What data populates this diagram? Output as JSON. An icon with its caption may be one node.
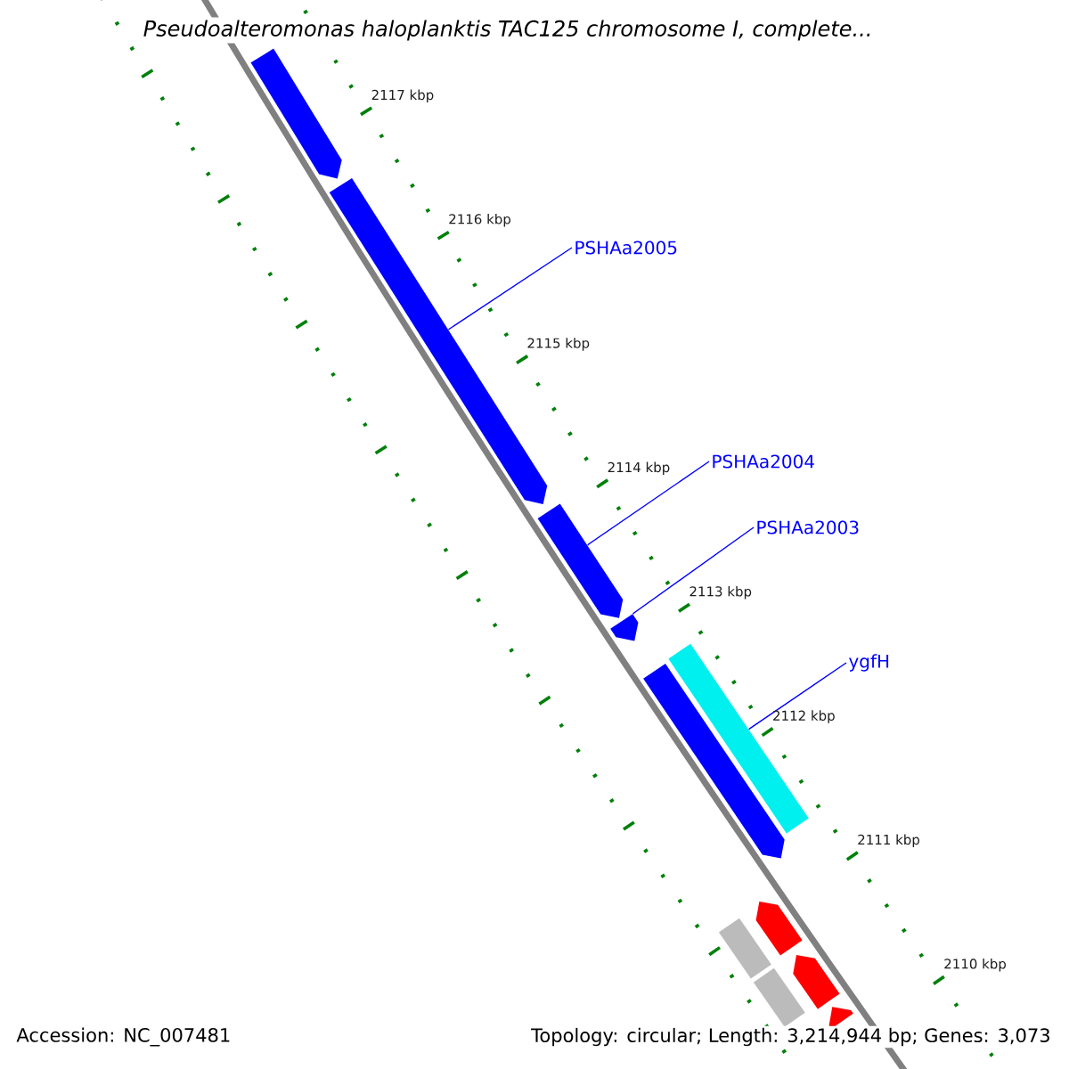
{
  "diagram": {
    "title": "Pseudoalteromonas haloplanktis TAC125 chromosome I, complete...",
    "nodes": [
      {
        "text": [
          "PSHAa2005"
        ]
      },
      {
        "text": [
          "PSHAa2004"
        ]
      },
      {
        "text": [
          "PSHAa2003"
        ]
      },
      {
        "text": [
          "ygfH"
        ]
      },
      {
        "text": [],
        "shape": "arrow"
      },
      {
        "text": [],
        "shape": "arrow"
      },
      {
        "text": [],
        "shape": "arrow"
      },
      {
        "text": [],
        "shape": "arrow"
      },
      {
        "text": [],
        "shape": "bar"
      },
      {
        "text": [],
        "shape": "arrow"
      },
      {
        "text": [],
        "shape": "arrow"
      },
      {
        "text": [],
        "shape": "bar"
      },
      {
        "text": [],
        "shape": "arrow"
      },
      {
        "text": [],
        "shape": "bar"
      },
      {
        "text": [],
        "shape": "arrow"
      }
    ],
    "edges": [
      {
        "from": 0,
        "to": 5,
        "arrow": "none"
      },
      {
        "from": 1,
        "to": 6,
        "arrow": "none"
      },
      {
        "from": 2,
        "to": 7,
        "arrow": "none"
      },
      {
        "from": 3,
        "to": 8,
        "arrow": "none"
      }
    ],
    "labels": [
      "2117 kbp",
      "2116 kbp",
      "2115 kbp",
      "2114 kbp",
      "2113 kbp",
      "2112 kbp",
      "2111 kbp",
      "2110 kbp",
      "Accession: NC_007481",
      "Topology: circular; Length: 3,214,944 bp; Genes: 3,073"
    ]
  }
}
